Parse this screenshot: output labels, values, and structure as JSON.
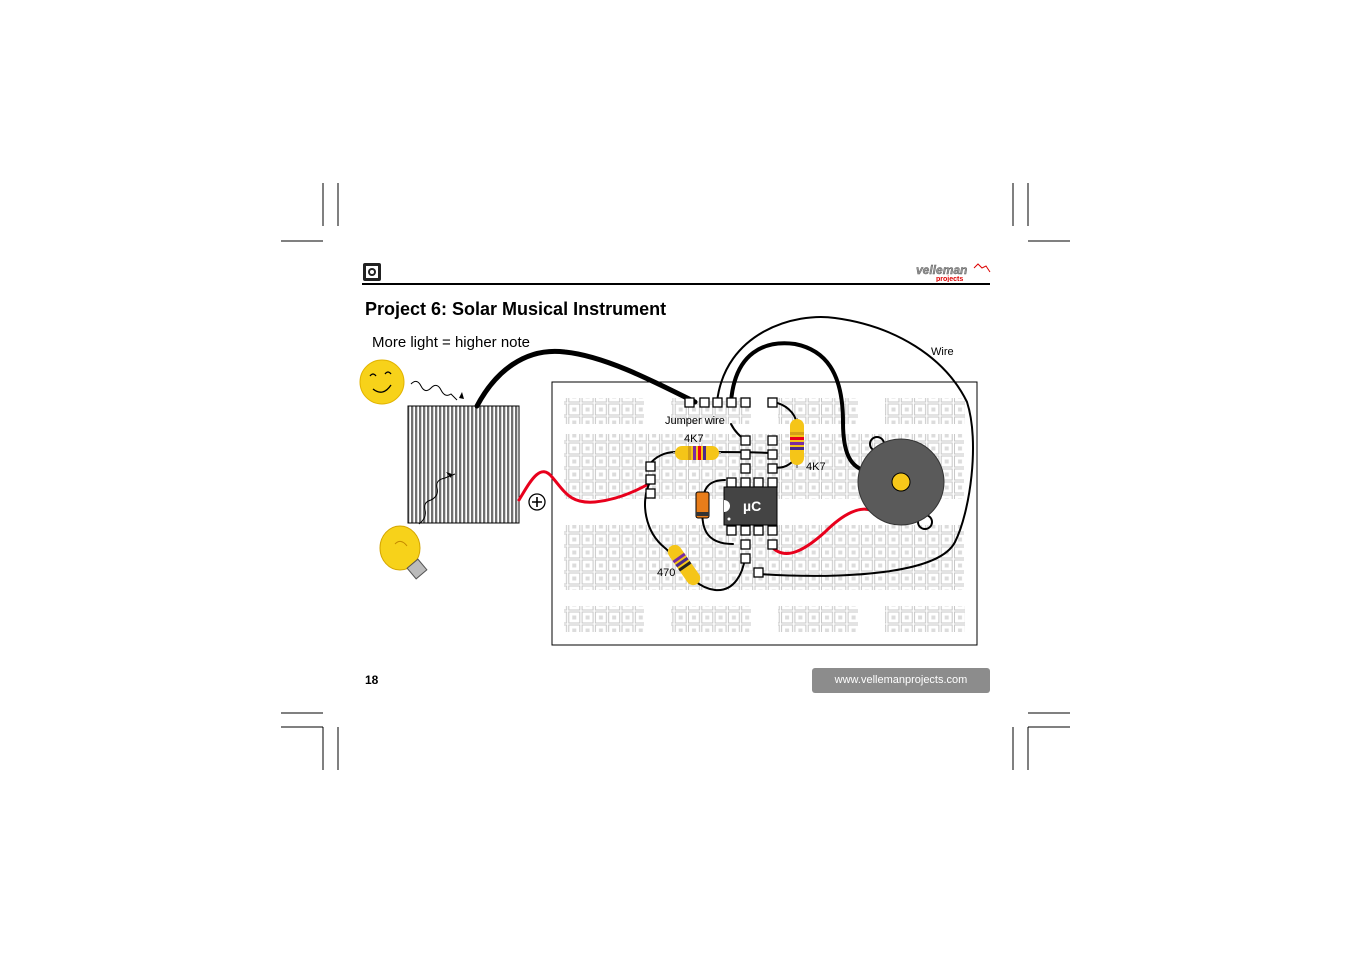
{
  "header": {
    "brand_logo": "velleman-projects-logo",
    "book_icon": "book-icon"
  },
  "title": "Project 6: Solar Musical Instrument",
  "diagram": {
    "caption": "More light = higher note",
    "labels": {
      "jumper": "Jumper wire",
      "wire": "Wire",
      "r1": "4K7",
      "r2": "4K7",
      "r3": "470",
      "chip": "µC",
      "plus": "⊕"
    }
  },
  "footer": {
    "page_number": "18",
    "url": "www.vellemanprojects.com"
  },
  "colors": {
    "wire_red": "#e8001c",
    "wire_black": "#000000",
    "resistor_body": "#f5c518",
    "sun": "#f7d21a",
    "footer_box": "#8c8c8c"
  }
}
